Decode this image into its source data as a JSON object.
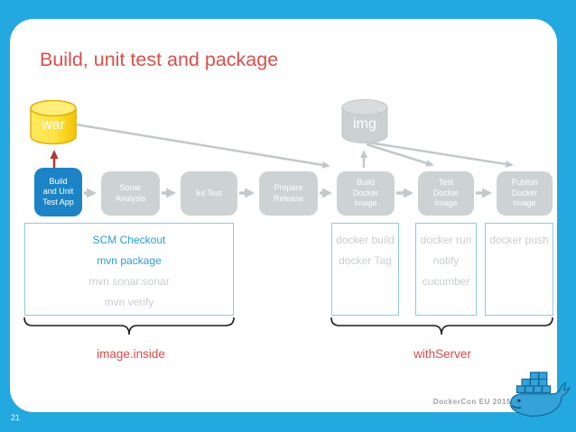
{
  "slide": {
    "title": "Build, unit test and package",
    "page_number": "21",
    "footer": "DockerCon EU 2015"
  },
  "artifacts": {
    "war": {
      "label": "war",
      "type": "yellow-cylinder"
    },
    "img": {
      "label": "img",
      "type": "gray-cylinder"
    }
  },
  "pipeline": {
    "stages": [
      {
        "label": "Build\nand Unit\nTest App",
        "state": "active"
      },
      {
        "label": "Sonar\nAnalysis",
        "state": "pending"
      },
      {
        "label": "Int Test",
        "state": "pending"
      },
      {
        "label": "Prepare\nRelease",
        "state": "pending"
      },
      {
        "label": "Build\nDocker\nImage",
        "state": "pending"
      },
      {
        "label": "Test\nDocker\nImage",
        "state": "pending"
      },
      {
        "label": "Publish\nDocker\nImage",
        "state": "pending"
      }
    ]
  },
  "panels": {
    "maven": {
      "lines": [
        {
          "text": "SCM Checkout",
          "state": "active"
        },
        {
          "text": "mvn package",
          "state": "active"
        },
        {
          "text": "mvn sonar:sonar",
          "state": "muted"
        },
        {
          "text": "mvn verify",
          "state": "muted"
        }
      ],
      "brace_label": "image.inside"
    },
    "docker_build": {
      "lines": [
        {
          "text": "docker build",
          "state": "muted"
        },
        {
          "text": "docker Tag",
          "state": "muted"
        }
      ]
    },
    "docker_test": {
      "lines": [
        {
          "text": "docker run",
          "state": "muted"
        },
        {
          "text": "notify",
          "state": "muted"
        },
        {
          "text": "cucumber",
          "state": "muted"
        }
      ]
    },
    "docker_publish": {
      "lines": [
        {
          "text": "docker push",
          "state": "muted"
        }
      ]
    },
    "server_brace_label": "withServer"
  },
  "colors": {
    "frame_blue": "#23a8e0",
    "title_red": "#d9504b",
    "label_red": "#dc4a44",
    "active_stage_blue": "#1c84c6",
    "stage_gray": "#cdd2d4",
    "connector_gray": "#c3c8ca",
    "red_arrow": "#b23a2e",
    "war_yellow": "#f5cb02",
    "command_blue": "#2b9cd8",
    "command_gray": "#c8cdd0"
  }
}
